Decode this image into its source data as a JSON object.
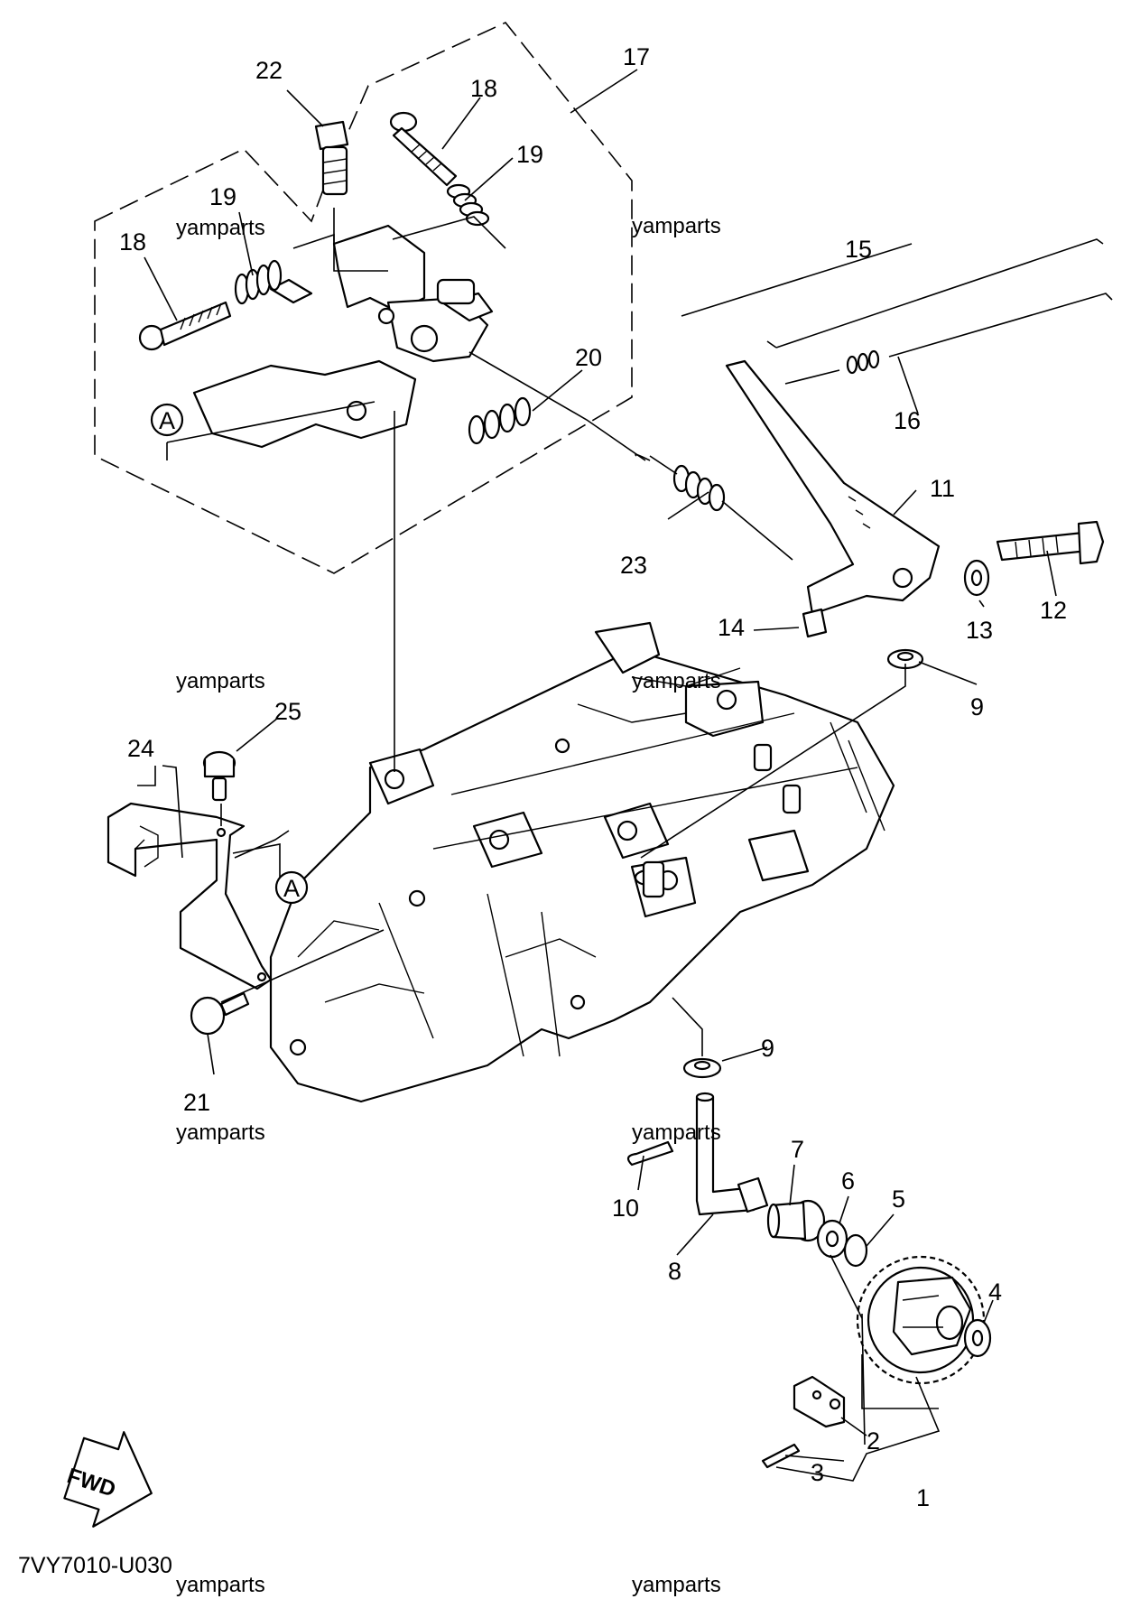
{
  "diagram": {
    "callouts": [
      {
        "id": "1",
        "label": "1"
      },
      {
        "id": "2",
        "label": "2"
      },
      {
        "id": "3",
        "label": "3"
      },
      {
        "id": "4",
        "label": "4"
      },
      {
        "id": "5",
        "label": "5"
      },
      {
        "id": "6",
        "label": "6"
      },
      {
        "id": "7",
        "label": "7"
      },
      {
        "id": "8",
        "label": "8"
      },
      {
        "id": "9a",
        "label": "9"
      },
      {
        "id": "9b",
        "label": "9"
      },
      {
        "id": "10",
        "label": "10"
      },
      {
        "id": "11",
        "label": "11"
      },
      {
        "id": "12",
        "label": "12"
      },
      {
        "id": "13",
        "label": "13"
      },
      {
        "id": "14",
        "label": "14"
      },
      {
        "id": "15",
        "label": "15"
      },
      {
        "id": "16",
        "label": "16"
      },
      {
        "id": "17",
        "label": "17"
      },
      {
        "id": "18a",
        "label": "18"
      },
      {
        "id": "18b",
        "label": "18"
      },
      {
        "id": "19a",
        "label": "19"
      },
      {
        "id": "19b",
        "label": "19"
      },
      {
        "id": "20",
        "label": "20"
      },
      {
        "id": "21",
        "label": "21"
      },
      {
        "id": "22",
        "label": "22"
      },
      {
        "id": "23",
        "label": "23"
      },
      {
        "id": "24",
        "label": "24"
      },
      {
        "id": "25",
        "label": "25"
      }
    ],
    "reference_markers": [
      "A",
      "A"
    ],
    "watermark": "yamparts",
    "direction_label": "FWD",
    "diagram_code": "7VY7010-U030"
  }
}
